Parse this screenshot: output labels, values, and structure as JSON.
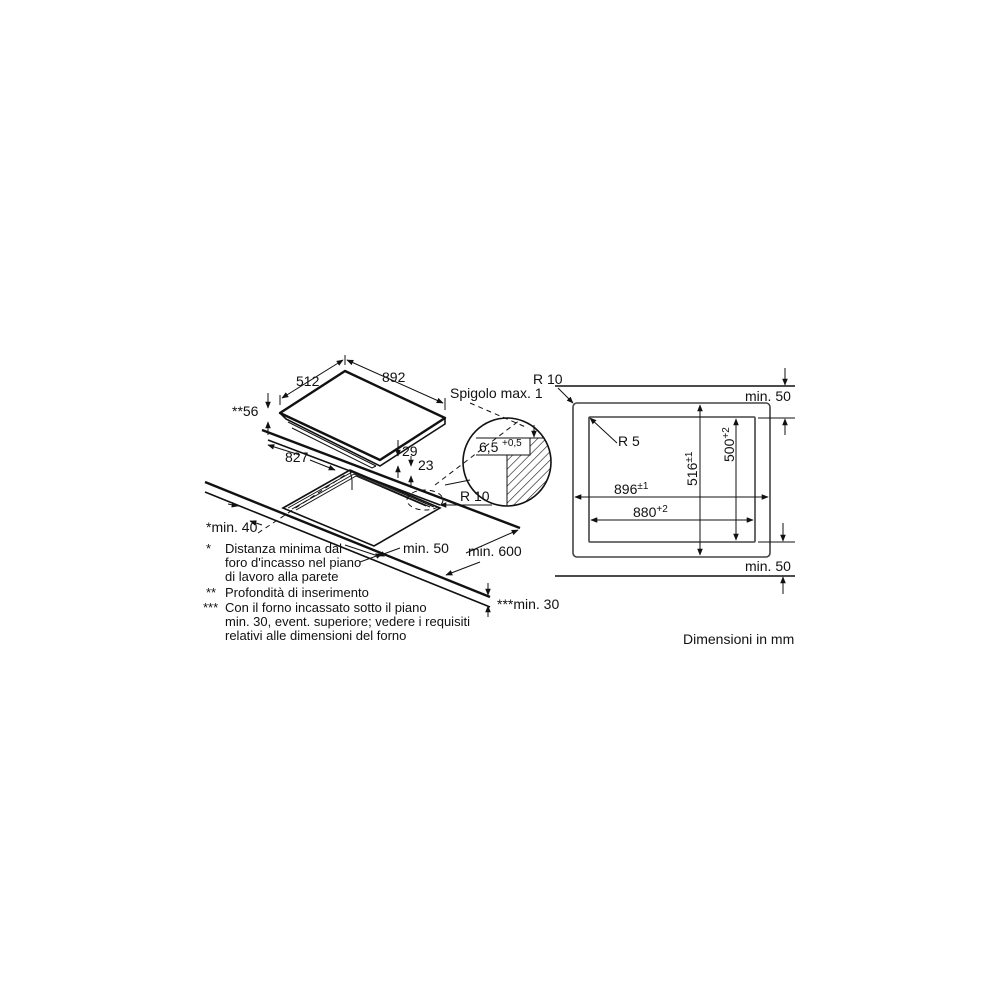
{
  "iso_view": {
    "dim_depth": "512",
    "dim_width": "892",
    "dim_insertion_depth": "**56",
    "dim_cutout_width": "827",
    "dim_height_total": "29",
    "dim_height_body": "23",
    "dim_wall_min": "*min. 40",
    "dim_front_min": "min. 50",
    "dim_worktop_depth": "min. 600",
    "dim_oven_gap": "***min. 30",
    "corner_radius": "R 10",
    "edge_label": "Spigolo max. 1",
    "detail_value": "6,5",
    "detail_tolerance": "+0,5"
  },
  "plan_view": {
    "outer_radius": "R 10",
    "inner_radius": "R 5",
    "dim_outer_width": "896",
    "dim_outer_width_tol": "±1",
    "dim_inner_width": "880",
    "dim_inner_width_tol": "+2",
    "dim_outer_depth": "516",
    "dim_outer_depth_tol": "±1",
    "dim_inner_depth": "500",
    "dim_inner_depth_tol": "+2",
    "top_clearance": "min. 50",
    "bottom_clearance": "min. 50"
  },
  "notes": [
    {
      "marker": "*",
      "lines": [
        "Distanza minima dal",
        "foro d'incasso nel piano",
        "di lavoro alla parete"
      ]
    },
    {
      "marker": "**",
      "lines": [
        "Profondità di inserimento"
      ]
    },
    {
      "marker": "***",
      "lines": [
        "Con il forno incassato sotto il piano",
        "min. 30, event. superiore; vedere i requisiti",
        "relativi alle dimensioni del forno"
      ]
    }
  ],
  "units_label": "Dimensioni in mm"
}
